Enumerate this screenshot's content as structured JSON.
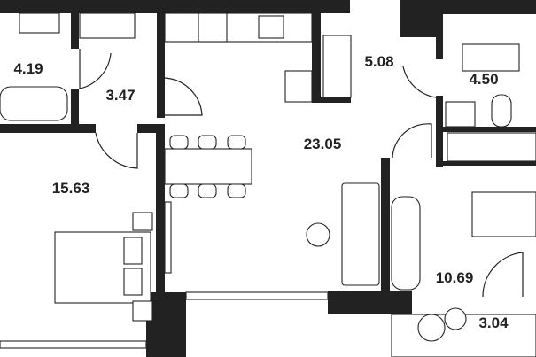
{
  "plan": {
    "rooms": [
      {
        "id": "bathroom-1",
        "area": "4.19"
      },
      {
        "id": "hallway-1",
        "area": "3.47"
      },
      {
        "id": "hallway-2",
        "area": "5.08"
      },
      {
        "id": "bathroom-2",
        "area": "4.50"
      },
      {
        "id": "kitchen-living",
        "area": "23.05"
      },
      {
        "id": "bedroom-1",
        "area": "15.63"
      },
      {
        "id": "bedroom-2",
        "area": "10.69"
      },
      {
        "id": "balcony",
        "area": "3.04"
      }
    ],
    "wall_color": "#222222",
    "background": "#ffffff"
  }
}
